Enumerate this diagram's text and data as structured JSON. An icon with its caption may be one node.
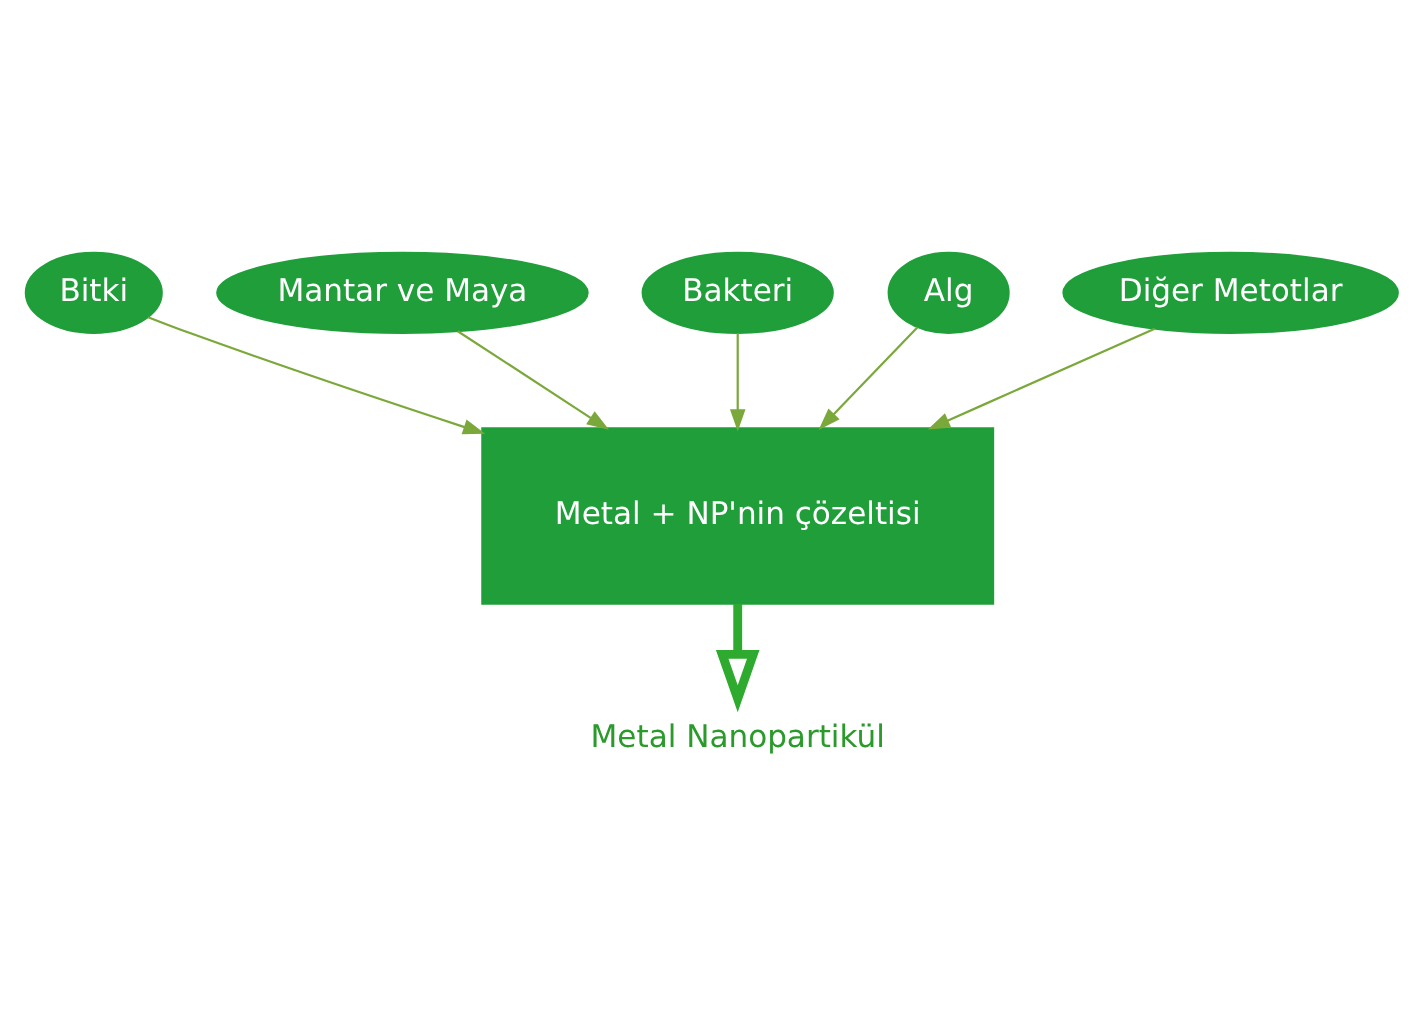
{
  "diagram": {
    "nodes": [
      {
        "text": [
          "Bitki"
        ]
      },
      {
        "text": [
          "Mantar ve Maya"
        ]
      },
      {
        "text": [
          "Bakteri"
        ]
      },
      {
        "text": [
          "Alg"
        ]
      },
      {
        "text": [
          "Metal + NP'nin çözeltisi"
        ]
      },
      {
        "text": [
          "Diğer Metotlar"
        ]
      },
      {
        "text": [
          "Metal Nanopartikül"
        ]
      }
    ],
    "edges": [
      {
        "from": 0,
        "to": 4,
        "arrow": "to"
      },
      {
        "from": 1,
        "to": 4,
        "arrow": "to"
      },
      {
        "from": 2,
        "to": 4,
        "arrow": "to"
      },
      {
        "from": 3,
        "to": 4,
        "arrow": "to"
      },
      {
        "from": 5,
        "to": 4,
        "arrow": "to"
      },
      {
        "from": 4,
        "to": 6,
        "arrow": "to",
        "style": "thick",
        "color": "#2eaa2e"
      }
    ]
  }
}
